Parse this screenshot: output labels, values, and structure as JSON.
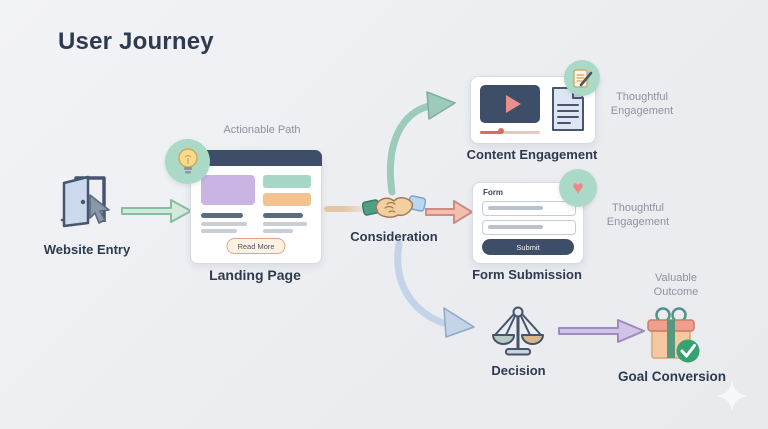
{
  "title": "User Journey",
  "colors": {
    "background": "#edeff3",
    "navy": "#3e4e68",
    "teal_badge": "#abd9c8",
    "green_arrow": "#d3e9dc",
    "peach_arrow": "#e5c5a3",
    "pink_arrow": "#f3beb0",
    "teal_arrow": "#9ccabb",
    "blue_arrow": "#c3d3e8",
    "purple_arrow": "#d1c3e6",
    "purple_block": "#c9b4e4",
    "teal_block": "#a6d6c5",
    "orange_block": "#f3c291"
  },
  "stages": {
    "website_entry": {
      "label": "Website Entry"
    },
    "landing_page": {
      "label": "Landing Page",
      "annotation": "Actionable Path",
      "read_more_label": "Read More"
    },
    "consideration": {
      "label": "Consideration"
    },
    "content_engagement": {
      "label": "Content Engagement",
      "annotation": "Thoughtful Engagement"
    },
    "form_submission": {
      "label": "Form Submission",
      "annotation": "Thoughtful Engagement",
      "form_title": "Form",
      "submit_label": "Submit",
      "heart_glyph": "♥"
    },
    "decision": {
      "label": "Decision"
    },
    "goal_conversion": {
      "label": "Goal Conversion",
      "annotation": "Valuable Outcome"
    }
  },
  "icons": {
    "website_entry": "door-with-cursor-icon",
    "landing_page_badge": "lightbulb-icon",
    "consideration": "handshake-icon",
    "content_engagement_badge": "memo-icon",
    "form_submission_badge": "heart-icon",
    "decision": "scales-icon",
    "goal_conversion": "gift-icon",
    "goal_conversion_badge": "check-icon",
    "watermark": "sparkle-icon"
  }
}
